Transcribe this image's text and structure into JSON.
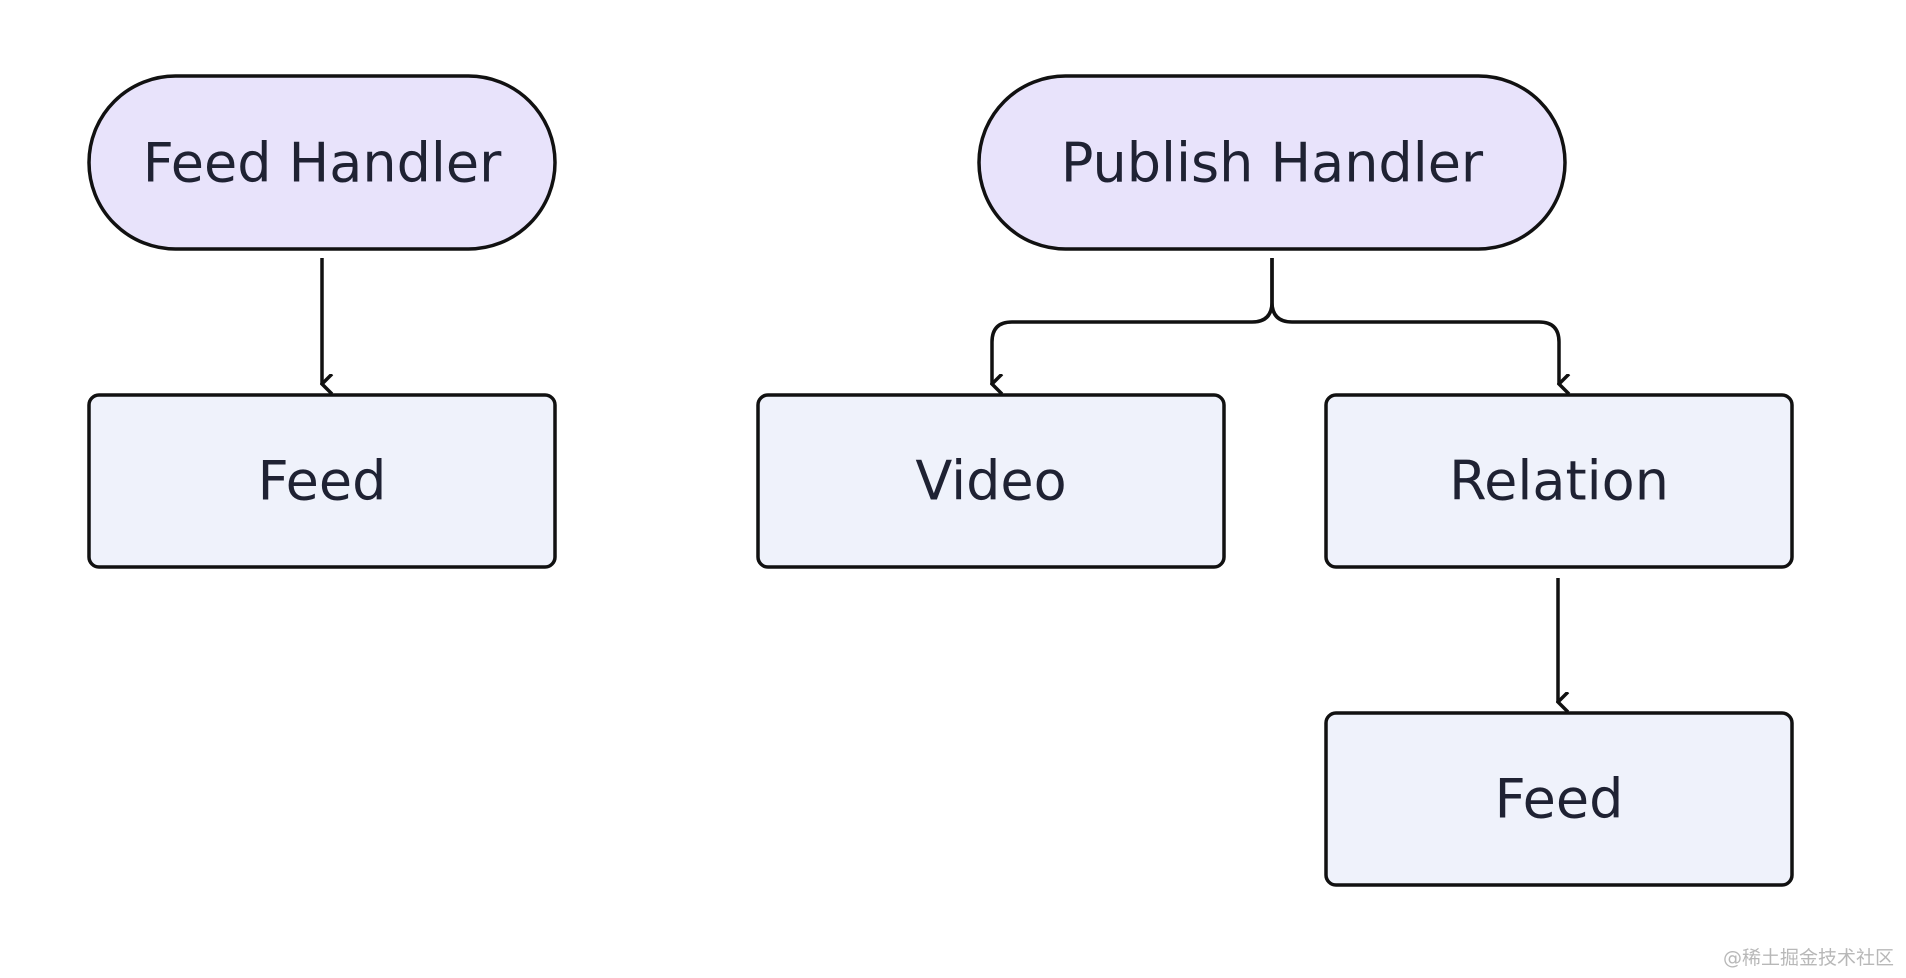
{
  "nodes": {
    "feed_handler": {
      "label": "Feed Handler",
      "shape": "stadium",
      "fill": "#e8e3fb"
    },
    "feed_left": {
      "label": "Feed",
      "shape": "rectangle",
      "fill": "#eff2fb"
    },
    "publish_handler": {
      "label": "Publish Handler",
      "shape": "stadium",
      "fill": "#e8e3fb"
    },
    "video": {
      "label": "Video",
      "shape": "rectangle",
      "fill": "#eff2fb"
    },
    "relation": {
      "label": "Relation",
      "shape": "rectangle",
      "fill": "#eff2fb"
    },
    "feed_right": {
      "label": "Feed",
      "shape": "rectangle",
      "fill": "#eff2fb"
    }
  },
  "edges": [
    {
      "from": "Feed Handler",
      "to": "Feed"
    },
    {
      "from": "Publish Handler",
      "to": "Video"
    },
    {
      "from": "Publish Handler",
      "to": "Relation"
    },
    {
      "from": "Relation",
      "to": "Feed"
    }
  ],
  "colors": {
    "stroke": "#111111",
    "text": "#1f2233"
  },
  "watermark": "@稀土掘金技术社区"
}
